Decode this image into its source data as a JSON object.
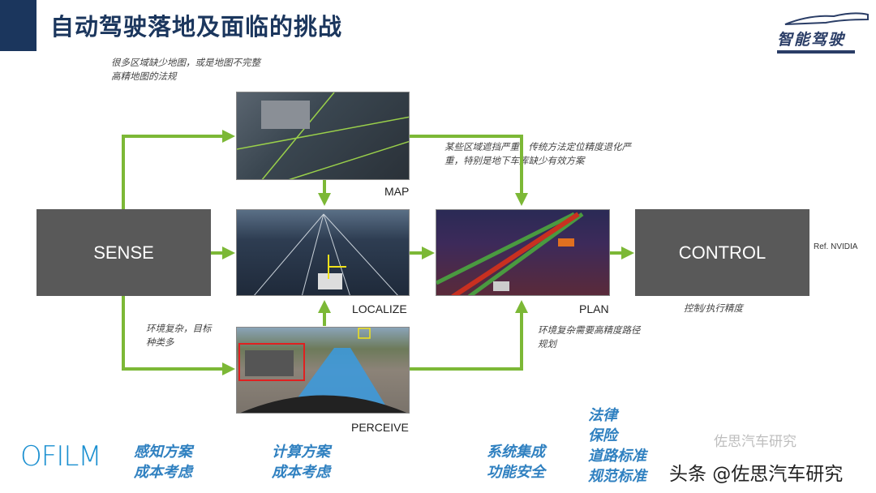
{
  "header": {
    "title": "自动驾驶落地及面临的挑战",
    "logo_text": "智能驾驶"
  },
  "notes": {
    "map_note": [
      "很多区域缺少地图，或是地图不完整",
      "高精地图的法规"
    ],
    "localize_note": [
      "某些区域遮挡严重，传统方法定位精度退化严",
      "重，特别是地下车库缺少有效方案"
    ],
    "perceive_note": [
      "环境复杂，目标",
      "种类多"
    ],
    "plan_note": [
      "环境复杂需要高精度路径",
      "规划"
    ],
    "control_note": "控制/执行精度",
    "ref": "Ref. NVIDIA"
  },
  "blocks": {
    "sense": "SENSE",
    "control": "CONTROL",
    "map": "MAP",
    "localize": "LOCALIZE",
    "perceive": "PERCEIVE",
    "plan": "PLAN"
  },
  "footer": {
    "brand": "OFILM",
    "col1": [
      "感知方案",
      "成本考虑"
    ],
    "col2": [
      "计算方案",
      "成本考虑"
    ],
    "col3": [
      "系统集成",
      "功能安全"
    ],
    "col4": [
      "法律",
      "保险",
      "道路标准",
      "规范标准"
    ],
    "watermark": "头条 @佐思汽车研究",
    "watermark_faint": "佐思汽车研究"
  },
  "colors": {
    "title": "#1b365d",
    "arrow": "#7cb836",
    "box": "#595959",
    "footer_text": "#2f80c0",
    "brand": "#1a8fd0"
  }
}
